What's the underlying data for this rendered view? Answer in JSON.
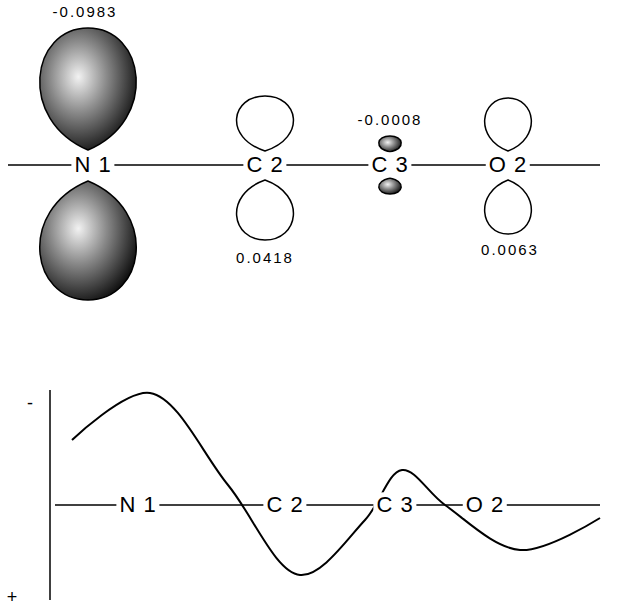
{
  "diagram": {
    "labels": [
      "-0.0983",
      "-0.0008",
      "N 1",
      "C 2",
      "C 3",
      "O 2",
      "0.0063",
      "0.0418",
      "-",
      "N 1",
      "C 2",
      "C 3",
      "O 2",
      "+"
    ]
  }
}
